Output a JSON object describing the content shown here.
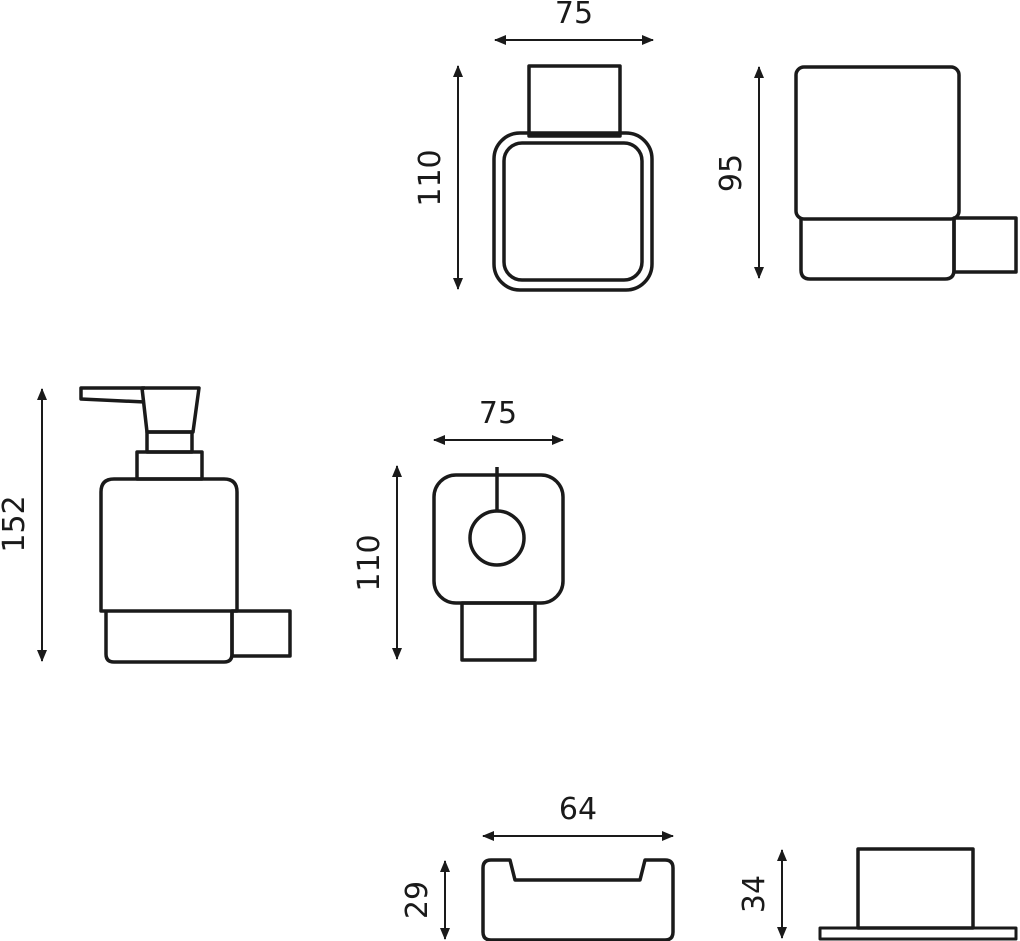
{
  "colors": {
    "stroke": "#1a1a1a",
    "background": "#ffffff"
  },
  "tumbler_holder_front": {
    "width_label": "75",
    "height_label": "110"
  },
  "tumbler_holder_side": {
    "height_label": "95"
  },
  "soap_dispenser_side": {
    "height_label": "152"
  },
  "soap_dispenser_front": {
    "width_label": "75",
    "height_label": "110"
  },
  "hook_front": {
    "width_label": "64",
    "height_label": "29"
  },
  "hook_side": {
    "height_label": "34"
  }
}
